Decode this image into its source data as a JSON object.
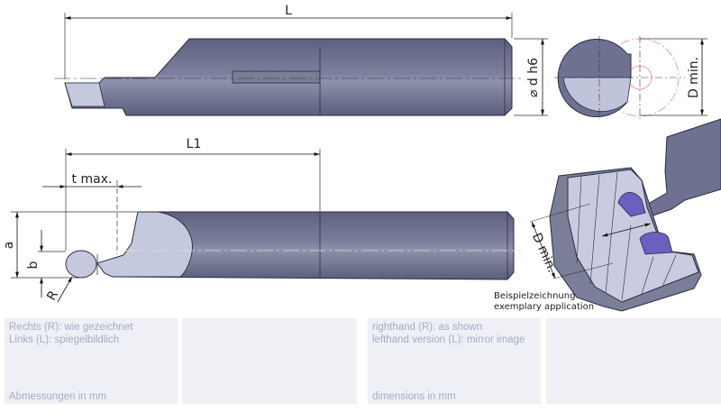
{
  "drawing": {
    "top_view": {
      "length_label": "L",
      "diameter_label": "⌀ d h6"
    },
    "end_view": {
      "bore_label": "D min."
    },
    "side_view": {
      "l1_label": "L1",
      "t_label": "t max.",
      "a_label": "a",
      "b_label": "b",
      "r_label": "R"
    },
    "application_view": {
      "bore_label": "D min.",
      "caption_de": "Beispielzeichnung",
      "caption_en": "exemplary application"
    }
  },
  "colors": {
    "steel": "#6e7290",
    "steel_light": "#c5c9de",
    "section": "#c9cce0",
    "accent_purple": "#6b5fc0",
    "centerline_red": "#e58b8b",
    "panel_bg": "#eef0f5",
    "panel_text": "#a7abc3"
  },
  "notes": {
    "de_line1": "Rechts (R): wie gezeichnet",
    "de_line2": "Links (L): spiegelbildlich",
    "de_units": "Abmessungen in mm",
    "en_line1": "righthand (R): as shown",
    "en_line2": "lefthand version (L): mirror image",
    "en_units": "dimensions in mm"
  }
}
